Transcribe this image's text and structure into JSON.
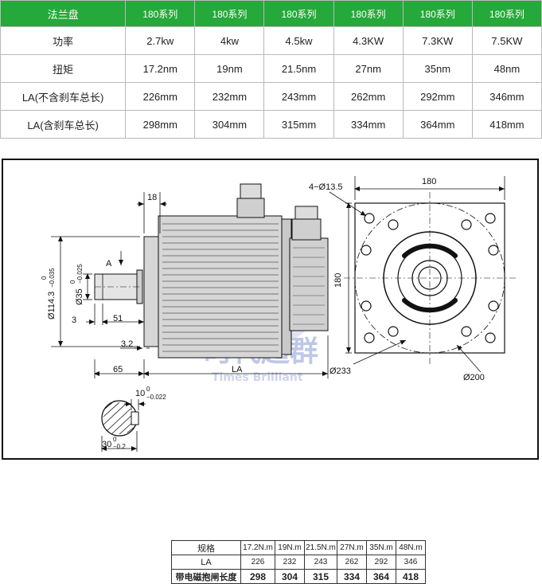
{
  "spec_table": {
    "header": [
      "法兰盘",
      "180系列",
      "180系列",
      "180系列",
      "180系列",
      "180系列",
      "180系列"
    ],
    "rows": [
      [
        "功率",
        "2.7kw",
        "4kw",
        "4.5kw",
        "4.3KW",
        "7.3KW",
        "7.5KW"
      ],
      [
        "扭矩",
        "17.2nm",
        "19nm",
        "21.5nm",
        "27nm",
        "35nm",
        "48nm"
      ],
      [
        "LA(不含刹车总长)",
        "226mm",
        "232mm",
        "243mm",
        "262mm",
        "292mm",
        "346mm"
      ],
      [
        "LA(含刹车总长)",
        "298mm",
        "304mm",
        "315mm",
        "334mm",
        "364mm",
        "418mm"
      ]
    ]
  },
  "drawing": {
    "dims": {
      "d18": "18",
      "d180_top": "180",
      "holes": "4−Ø13.5",
      "arrow_a": "A",
      "d114": "Ø114.3",
      "d114_tol_u": "0",
      "d114_tol_l": "−0.035",
      "d35": "Ø35",
      "d35_tol_u": "0",
      "d35_tol_l": "−0.025",
      "d3": "3",
      "d51": "51",
      "d3_2": "3.2",
      "d65": "65",
      "la": "LA",
      "d180_side": "180",
      "d233": "Ø233",
      "d200": "Ø200",
      "key10": "10",
      "key10_tol_u": "0",
      "key10_tol_l": "−0.022",
      "key30": "30",
      "key30_tol_u": "0",
      "key30_tol_l": "−0.2"
    },
    "watermark": {
      "cn": "时代超群",
      "en": "Times Brilliant"
    },
    "colors": {
      "motor_gray": "#d6d6d6",
      "fin_gray": "#c4c4c4",
      "line": "#111111",
      "watermark": "#8c9bd4"
    }
  },
  "bottom_table": {
    "header": [
      "规格",
      "17.2N.m",
      "19N.m",
      "21.5N.m",
      "27N.m",
      "35N.m",
      "48N.m"
    ],
    "la": [
      "LA",
      "226",
      "232",
      "243",
      "262",
      "292",
      "346"
    ],
    "brake": [
      "带电磁抱闸长度",
      "298",
      "304",
      "315",
      "334",
      "364",
      "418"
    ]
  }
}
